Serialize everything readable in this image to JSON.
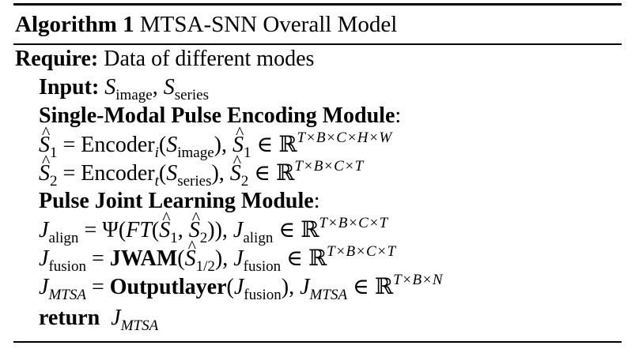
{
  "algorithm": {
    "label": "Algorithm 1",
    "title": "MTSA-SNN Overall Model"
  },
  "lines": {
    "require_kw": "Require:",
    "require_text": "Data of different modes",
    "input_kw": "Input:",
    "single_modal_heading": "Single-Modal Pulse Encoding Module",
    "pulse_joint_heading": "Pulse Joint Learning Module",
    "return_kw": "return"
  },
  "math": {
    "S": "S",
    "J": "J",
    "sub_image": "image",
    "sub_series": "series",
    "sub_align": "align",
    "sub_fusion": "fusion",
    "sub_mtsa": "MTSA",
    "sub_1": "1",
    "sub_2": "2",
    "sub_12": "1/2",
    "encoder": "Encoder",
    "sub_i": "i",
    "sub_t": "t",
    "psi": "Ψ",
    "ft": "FT",
    "jwam": "JWAM",
    "outputlayer": "Outputlayer",
    "reals": "ℝ",
    "dims_tbchw": "T×B×C×H×W",
    "dims_tbct": "T×B×C×T",
    "dims_tbn": "T×B×N",
    "eq": " = ",
    "in": " ∈ ",
    "comma": ", "
  }
}
